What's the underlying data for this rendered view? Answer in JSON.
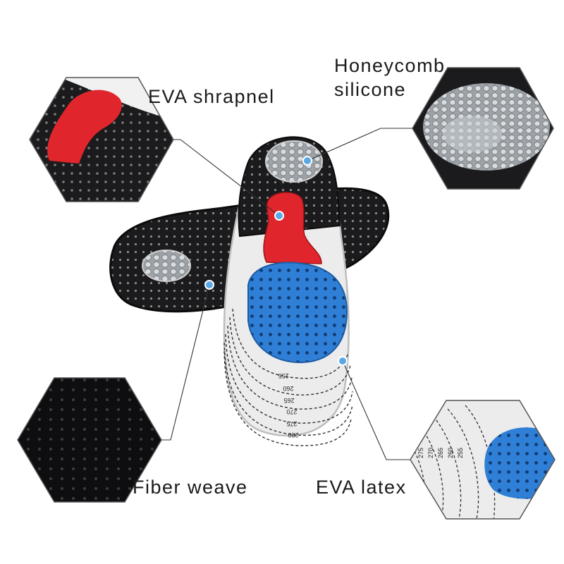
{
  "callouts": {
    "eva_shrapnel": "EVA shrapnel",
    "honeycomb_silicone": [
      "Honeycomb",
      "silicone"
    ],
    "fiber_weave": "Fiber weave",
    "eva_latex": "EVA latex"
  },
  "size_markings": [
    "255",
    "260",
    "265",
    "270",
    "275",
    "280"
  ],
  "detail_size_markings": [
    "275",
    "270",
    "265",
    "260",
    "255"
  ],
  "colors": {
    "insole_black": "#1b1b1d",
    "insole_white": "#ececec",
    "gel_blue": "#2f7fd6",
    "eva_red": "#e0262c",
    "marker_blue": "#5aa9e6",
    "leader_line": "#333333"
  }
}
